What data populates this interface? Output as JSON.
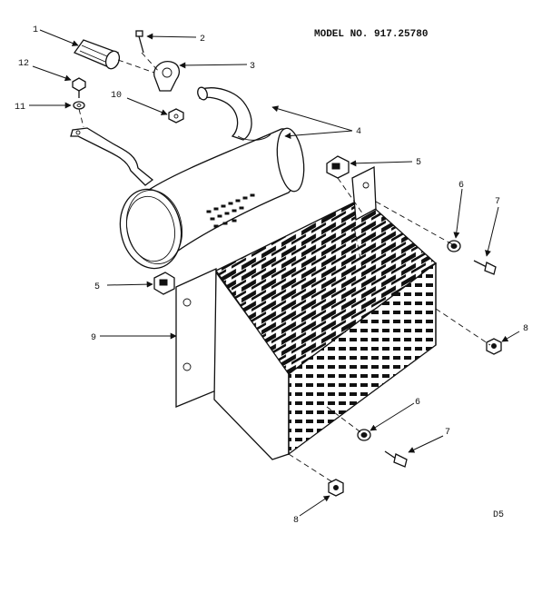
{
  "header": {
    "model_no": "MODEL NO. 917.25780"
  },
  "footer": {
    "sheet_code": "D5"
  },
  "callouts": [
    {
      "id": "c1",
      "text": "1"
    },
    {
      "id": "c2",
      "text": "2"
    },
    {
      "id": "c3",
      "text": "3"
    },
    {
      "id": "c4",
      "text": "4"
    },
    {
      "id": "c5a",
      "text": "5"
    },
    {
      "id": "c5b",
      "text": "5"
    },
    {
      "id": "c6a",
      "text": "6"
    },
    {
      "id": "c6b",
      "text": "6"
    },
    {
      "id": "c7a",
      "text": "7"
    },
    {
      "id": "c7b",
      "text": "7"
    },
    {
      "id": "c8a",
      "text": "8"
    },
    {
      "id": "c8b",
      "text": "8"
    },
    {
      "id": "c9",
      "text": "9"
    },
    {
      "id": "c10",
      "text": "10"
    },
    {
      "id": "c11",
      "text": "11"
    },
    {
      "id": "c12",
      "text": "12"
    }
  ]
}
